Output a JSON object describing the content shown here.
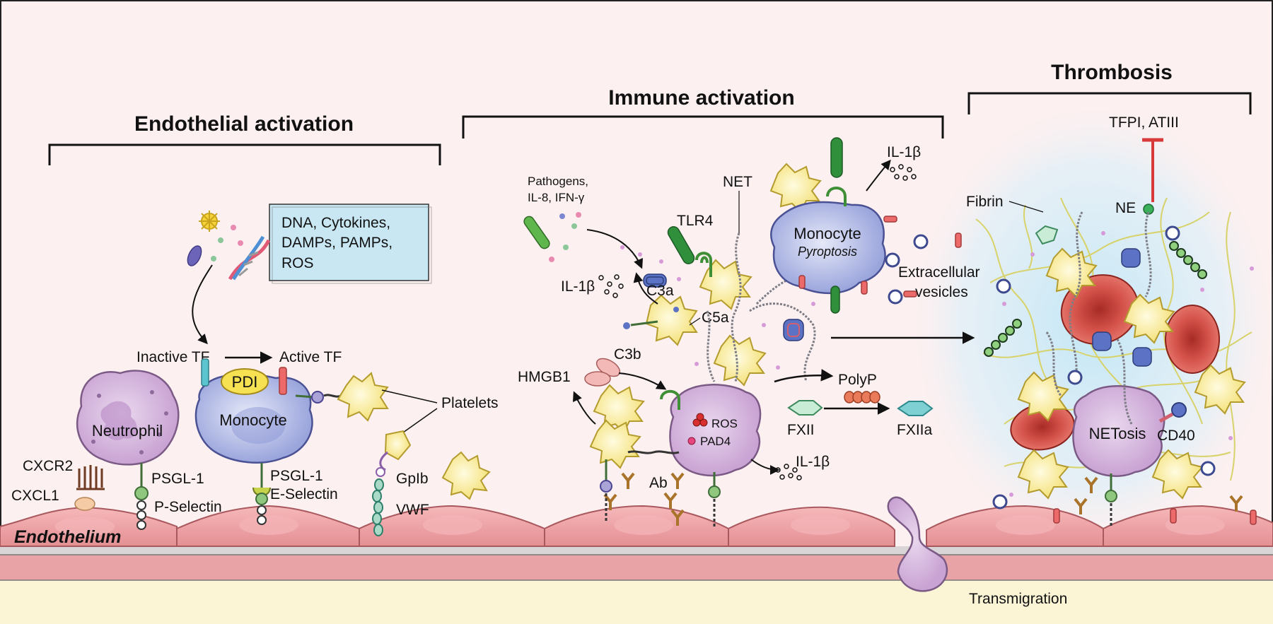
{
  "sections": {
    "endothelial": "Endothelial activation",
    "immune": "Immune activation",
    "thrombosis": "Thrombosis"
  },
  "triggers": [
    "DNA, Cytokines,",
    "DAMPs, PAMPs,",
    "ROS"
  ],
  "endothelium_label": "Endothelium",
  "labels": {
    "inactive_tf": "Inactive TF",
    "active_tf": "Active TF",
    "pdi": "PDI",
    "neutrophil": "Neutrophil",
    "monocyte": "Monocyte",
    "monocyte_pyro": "Monocyte",
    "pyroptosis": "Pyroptosis",
    "platelets": "Platelets",
    "cxcr2": "CXCR2",
    "cxcl1": "CXCL1",
    "psgl1_a": "PSGL-1",
    "p_selectin": "P-Selectin",
    "psgl1_b": "PSGL-1",
    "e_selectin": "E-Selectin",
    "gplb": "GpIb",
    "vwf": "VWF",
    "pathogens_1": "Pathogens,",
    "pathogens_2": "IL-8, IFN-γ",
    "il1b_top": "IL-1β",
    "il1b_left": "IL-1β",
    "il1b_bottom": "IL-1β",
    "c3a": "C3a",
    "c5a": "C5a",
    "c3b": "C3b",
    "tlr4": "TLR4",
    "net": "NET",
    "extracellular_1": "Extracellular",
    "extracellular_2": "vesicles",
    "hmgb1": "HMGB1",
    "ros": "ROS",
    "pad4": "PAD4",
    "ab": "Ab",
    "polyp": "PolyP",
    "fxii": "FXII",
    "fxiia": "FXIIa",
    "fibrin": "Fibrin",
    "tfpi": "TFPI, ATIII",
    "ne": "NE",
    "netosis": "NETosis",
    "cd40": "CD40",
    "transmigration": "Transmigration"
  },
  "colors": {
    "background": "#fdf0f0",
    "endothelium": "#f2a9ac",
    "trigger_box": "#c8e7f3",
    "neutrophil": "#d4b3dc",
    "monocyte": "#aeb6e3",
    "platelet": "#fbf0a6",
    "rbc": "#d8463f",
    "thrombus_glow": "#bfe6f5"
  }
}
